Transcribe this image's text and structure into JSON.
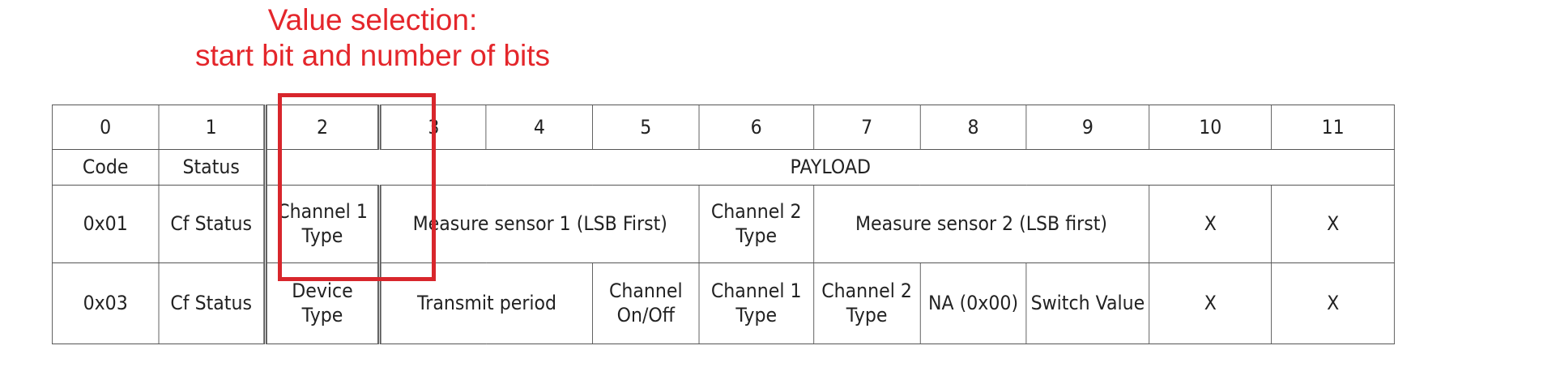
{
  "annotation": {
    "line1": "Value selection:",
    "line2": "start bit and number of bits",
    "color": "#e4262b"
  },
  "table": {
    "byte_index": [
      "0",
      "1",
      "2",
      "3",
      "4",
      "5",
      "6",
      "7",
      "8",
      "9",
      "10",
      "11"
    ],
    "header_row": {
      "code": "Code",
      "status": "Status",
      "payload": "PAYLOAD"
    },
    "frame_01": {
      "code": "0x01",
      "status": "Cf Status",
      "channel1_type": "Channel 1 Type",
      "measure_sensor1": "Measure sensor 1 (LSB First)",
      "channel2_type": "Channel 2 Type",
      "measure_sensor2": "Measure sensor 2 (LSB first)",
      "byte10": "X",
      "byte11": "X"
    },
    "frame_03": {
      "code": "0x03",
      "status": "Cf Status",
      "device_type": "Device Type",
      "transmit_period": "Transmit period",
      "channel_onoff": "Channel On/Off",
      "channel1_type": "Channel 1 Type",
      "channel2_type": "Channel 2 Type",
      "na": "NA (0x00)",
      "switch_value": "Switch Value",
      "byte10": "X",
      "byte11": "X"
    }
  },
  "highlight": {
    "color": "#d8262c"
  }
}
